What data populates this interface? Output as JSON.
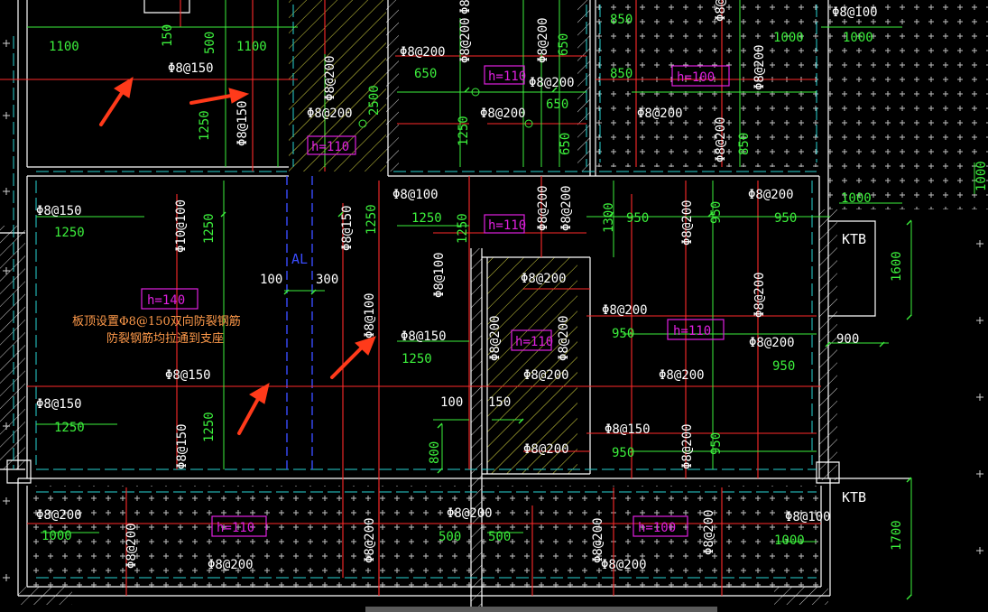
{
  "colors": {
    "background": "#000000",
    "wall": "#ffffff",
    "rebar": "#ff2a2a",
    "rebar_text": "#ffffff",
    "dimension": "#3cf03c",
    "thickness": "#e020e0",
    "note": "#ff9a4a",
    "cyan_line": "#27d3d3",
    "blue_line": "#3a4cff",
    "yellow_hatch": "#d8d840",
    "arrow": "#ff3a1a"
  },
  "rebar_labels": [
    "Φ8@150",
    "Φ8@150",
    "Φ8@200",
    "Φ8@200",
    "Φ8@200",
    "Φ8@200",
    "Φ8@200",
    "Φ8@200",
    "Φ8@200",
    "Φ8@200",
    "Φ8@100",
    "Φ8@200",
    "Φ8@150",
    "Φ10@100",
    "Φ8@150",
    "Φ8@100",
    "Φ8@100",
    "Φ8@100",
    "Φ8@200",
    "Φ8@200",
    "Φ8@200",
    "Φ8@200",
    "Φ8@200",
    "Φ8@200",
    "Φ8@150",
    "Φ8@200",
    "Φ8@200",
    "Φ8@200",
    "Φ8@200",
    "Φ8@200",
    "Φ8@200",
    "Φ8@150",
    "Φ8@150",
    "Φ8@150",
    "Φ8@150",
    "Φ8@200",
    "Φ8@200",
    "Φ8@200",
    "Φ8@200",
    "Φ8@100",
    "Φ8@200",
    "Φ8@200",
    "Φ8@200",
    "Φ8@200",
    "Φ8@200",
    "Φ8@200",
    "Φ8@200",
    "Φ8@200",
    "Φ8@100"
  ],
  "dimension_labels": [
    "1100",
    "150",
    "500",
    "1100",
    "1250",
    "650",
    "650",
    "850",
    "850",
    "2500",
    "1250",
    "650",
    "650",
    "1000",
    "850",
    "1000",
    "1250",
    "1250",
    "1250",
    "1250",
    "1250",
    "1250",
    "1300",
    "950",
    "950",
    "950",
    "1000",
    "1600",
    "100",
    "300",
    "950",
    "950",
    "1250",
    "900",
    "100",
    "150",
    "800",
    "1250",
    "1250",
    "950",
    "950",
    "1700",
    "1000",
    "1000",
    "500",
    "500",
    "1000"
  ],
  "thickness_labels": [
    "h=110",
    "h=100",
    "h=110",
    "h=110",
    "h=140",
    "h=110",
    "h=110",
    "h=110",
    "h=100"
  ],
  "other_labels": {
    "ktb_1": "KTB",
    "ktb_2": "KTB",
    "al": "AL"
  },
  "notes": {
    "line1": "板顶设置Φ8@150双向防裂钢筋",
    "line2": "防裂钢筋均拉通到支座"
  }
}
